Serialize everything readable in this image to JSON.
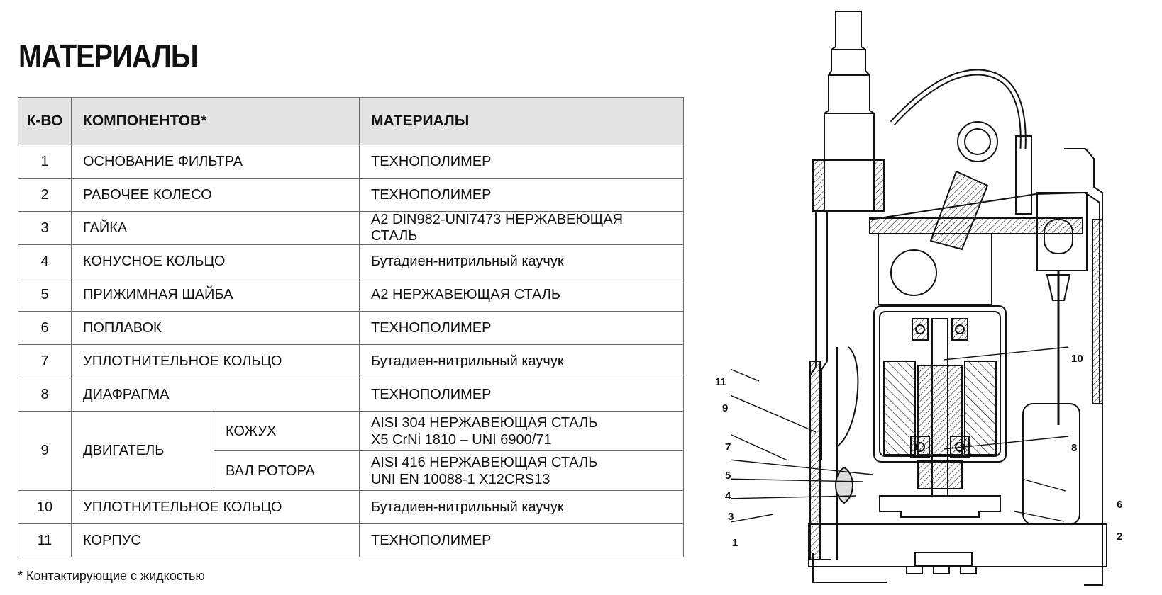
{
  "title": "МАТЕРИАЛЫ",
  "table": {
    "headers": {
      "qty": "К-ВО",
      "component": "КОМПОНЕНТОВ*",
      "material": "МАТЕРИАЛЫ"
    },
    "rows": [
      {
        "num": "1",
        "component": "ОСНОВАНИЕ ФИЛЬТРА",
        "material": "ТЕХНОПОЛИМЕР"
      },
      {
        "num": "2",
        "component": "РАБОЧЕЕ КОЛЕСО",
        "material": "ТЕХНОПОЛИМЕР"
      },
      {
        "num": "3",
        "component": "ГАЙКА",
        "material": "А2 DIN982-UNI7473 НЕРЖАВЕЮЩАЯ СТАЛЬ"
      },
      {
        "num": "4",
        "component": "КОНУСНОЕ КОЛЬЦО",
        "material": "Бутадиен-нитрильный каучук"
      },
      {
        "num": "5",
        "component": "ПРИЖИМНАЯ ШАЙБА",
        "material": "А2 НЕРЖАВЕЮЩАЯ СТАЛЬ"
      },
      {
        "num": "6",
        "component": "ПОПЛАВОК",
        "material": "ТЕХНОПОЛИМЕР"
      },
      {
        "num": "7",
        "component": "УПЛОТНИТЕЛЬНОЕ КОЛЬЦО",
        "material": "Бутадиен-нитрильный каучук"
      },
      {
        "num": "8",
        "component": "ДИАФРАГМА",
        "material": "ТЕХНОПОЛИМЕР"
      }
    ],
    "motor": {
      "num": "9",
      "component": "ДВИГАТЕЛЬ",
      "sub": [
        {
          "part": "КОЖУХ",
          "material_line1": "AISI 304 НЕРЖАВЕЮЩАЯ СТАЛЬ",
          "material_line2": "X5 CrNi 1810 – UNI 6900/71"
        },
        {
          "part": "ВАЛ РОТОРА",
          "material_line1": "AISI 416 НЕРЖАВЕЮЩАЯ СТАЛЬ",
          "material_line2": "UNI EN 10088-1 X12CRS13"
        }
      ]
    },
    "rows_after": [
      {
        "num": "10",
        "component": "УПЛОТНИТЕЛЬНОЕ КОЛЬЦО",
        "material": "Бутадиен-нитрильный каучук"
      },
      {
        "num": "11",
        "component": "КОРПУС",
        "material": "ТЕХНОПОЛИМЕР"
      }
    ]
  },
  "footnote": "* Контактирующие с жидкостью",
  "diagram": {
    "callouts": [
      "11",
      "9",
      "7",
      "5",
      "4",
      "3",
      "1",
      "10",
      "8",
      "6",
      "2"
    ]
  }
}
